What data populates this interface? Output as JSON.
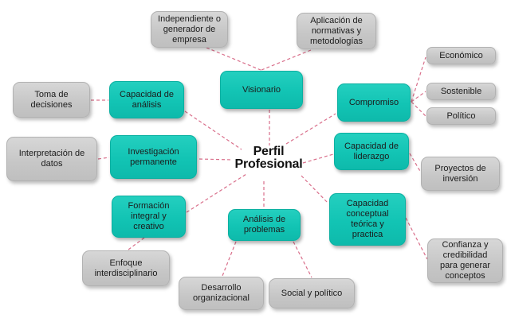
{
  "title": "Mapa mental Perfil Profesional",
  "colors": {
    "primary_fill": "#12c4b4",
    "primary_fill_light": "#24cfbf",
    "primary_border": "#0bb0a1",
    "secondary_fill": "#c6c6c6",
    "secondary_fill_light": "#d7d7d7",
    "secondary_border": "#b2b2b2",
    "connector": "#d96f8b",
    "title_text": "#111111",
    "node_text": "#1c1c1c",
    "background": "#ffffff"
  },
  "center": {
    "label": "Perfil\nProfesional"
  },
  "nodes": {
    "independiente": {
      "label": "Independiente o\ngenerador de\nempresa",
      "level": "secondary"
    },
    "aplicacion": {
      "label": "Aplicación de\nnormativas y\nmetodologías",
      "level": "secondary"
    },
    "economico": {
      "label": "Económico",
      "level": "secondary"
    },
    "sostenible": {
      "label": "Sostenible",
      "level": "secondary"
    },
    "politico": {
      "label": "Político",
      "level": "secondary"
    },
    "toma": {
      "label": "Toma de\ndecisiones",
      "level": "secondary"
    },
    "analisis": {
      "label": "Capacidad de\nanálisis",
      "level": "primary"
    },
    "visionario": {
      "label": "Visionario",
      "level": "primary"
    },
    "compromiso": {
      "label": "Compromiso",
      "level": "primary"
    },
    "interpretacion": {
      "label": "Interpretación de\ndatos",
      "level": "secondary"
    },
    "investigacion": {
      "label": "Investigación\npermanente",
      "level": "primary"
    },
    "liderazgo": {
      "label": "Capacidad de\nliderazgo",
      "level": "primary"
    },
    "proyectos": {
      "label": "Proyectos de\ninversión",
      "level": "secondary"
    },
    "formacion": {
      "label": "Formación\nintegral y\ncreativo",
      "level": "primary"
    },
    "problemas": {
      "label": "Análisis de\nproblemas",
      "level": "primary"
    },
    "conceptual": {
      "label": "Capacidad\nconceptual\nteórica y\npractica",
      "level": "primary"
    },
    "enfoque": {
      "label": "Enfoque\ninterdisciplinario",
      "level": "secondary"
    },
    "confianza": {
      "label": "Confianza y\ncredibilidad\npara generar\nconceptos",
      "level": "secondary"
    },
    "desarrollo": {
      "label": "Desarrollo\norganizacional",
      "level": "secondary"
    },
    "social": {
      "label": "Social y político",
      "level": "secondary"
    }
  },
  "connections": [
    {
      "from": "center",
      "to": "visionario"
    },
    {
      "from": "center",
      "to": "analisis"
    },
    {
      "from": "center",
      "to": "investigacion"
    },
    {
      "from": "center",
      "to": "formacion"
    },
    {
      "from": "center",
      "to": "problemas"
    },
    {
      "from": "center",
      "to": "conceptual"
    },
    {
      "from": "center",
      "to": "liderazgo"
    },
    {
      "from": "center",
      "to": "compromiso"
    },
    {
      "from": "analisis",
      "to": "toma"
    },
    {
      "from": "visionario",
      "to": "independiente"
    },
    {
      "from": "visionario",
      "to": "aplicacion"
    },
    {
      "from": "compromiso",
      "to": "economico"
    },
    {
      "from": "compromiso",
      "to": "sostenible"
    },
    {
      "from": "compromiso",
      "to": "politico"
    },
    {
      "from": "liderazgo",
      "to": "proyectos"
    },
    {
      "from": "investigacion",
      "to": "interpretacion"
    },
    {
      "from": "formacion",
      "to": "enfoque"
    },
    {
      "from": "problemas",
      "to": "desarrollo"
    },
    {
      "from": "problemas",
      "to": "social"
    },
    {
      "from": "conceptual",
      "to": "confianza"
    }
  ]
}
